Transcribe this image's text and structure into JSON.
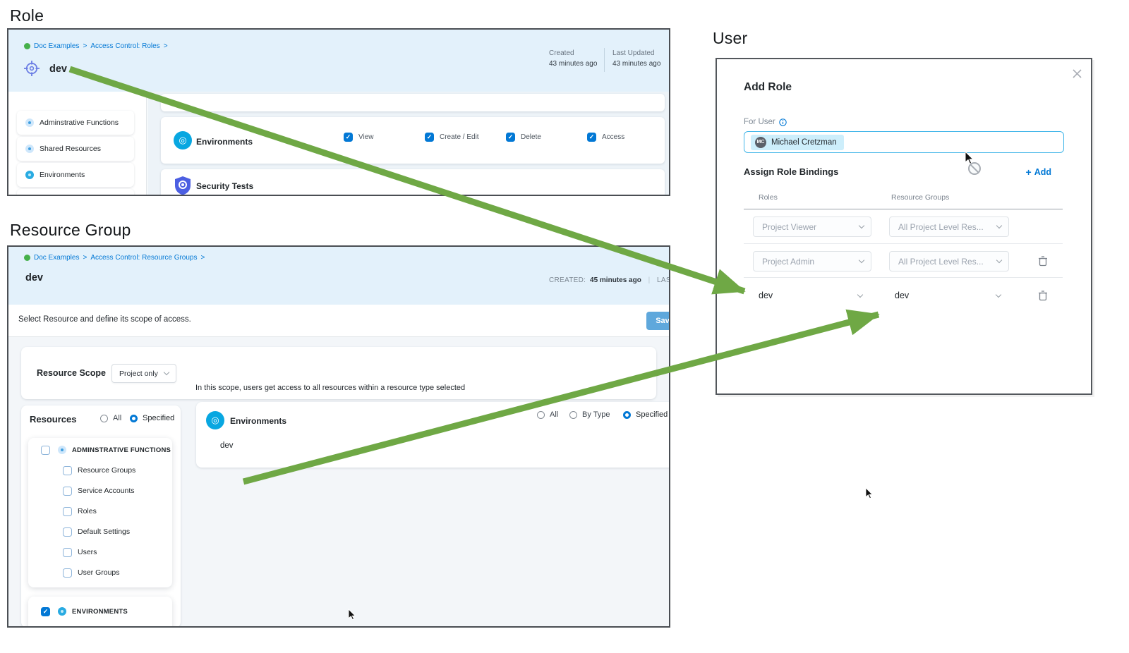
{
  "colors": {
    "accent": "#0278d5",
    "arrow_green": "#6fa845",
    "header_blue": "#e3f1fb"
  },
  "icons": {
    "breadcrumb_project": "green-dot-icon",
    "role_title": "target-crosshair-icon",
    "environments": "environments-globe-icon",
    "security_tests": "security-shield-icon",
    "category": "blue-ring-icon",
    "info": "info-icon",
    "close": "close-icon",
    "trash": "trash-icon",
    "cursor": "mouse-pointer-cursor",
    "no_drop": "no-drop-cursor"
  },
  "role": {
    "section_title": "Role",
    "breadcrumb": {
      "project": "Doc Examples",
      "sep": ">",
      "path": "Access Control: Roles"
    },
    "title": "dev",
    "meta": {
      "created_label": "Created",
      "created_value": "43 minutes ago",
      "updated_label": "Last Updated",
      "updated_value": "43 minutes ago"
    },
    "sidebar": [
      "Adminstrative Functions",
      "Shared Resources",
      "Environments"
    ],
    "permissions": {
      "resource": "Environments",
      "options": [
        "View",
        "Create / Edit",
        "Delete",
        "Access"
      ]
    },
    "second_resource": "Security Tests"
  },
  "resource_group": {
    "section_title": "Resource Group",
    "breadcrumb": {
      "project": "Doc Examples",
      "sep": ">",
      "path": "Access Control: Resource Groups"
    },
    "title": "dev",
    "meta": {
      "created_label": "CREATED:",
      "created_value": "45 minutes ago",
      "pipe": "|",
      "updated_label": "LAST UPD"
    },
    "toolbar": {
      "description": "Select Resource and define its scope of access.",
      "save_label": "Sav"
    },
    "scope": {
      "label": "Resource Scope",
      "value": "Project only"
    },
    "resources": {
      "label": "Resources",
      "radio_all": "All",
      "radio_specified": "Specified",
      "selected": "Specified",
      "tree": {
        "parent": "ADMINSTRATIVE FUNCTIONS",
        "children": [
          "Resource Groups",
          "Service Accounts",
          "Roles",
          "Default Settings",
          "Users",
          "User Groups"
        ],
        "checked_group": "ENVIRONMENTS"
      }
    },
    "scope_panel": {
      "note": "In this scope, users get access to all resources within a resource type selected",
      "resource": "Environments",
      "radio_all": "All",
      "radio_by_type": "By Type",
      "radio_specified": "Specified",
      "selected": "Specified",
      "value": "dev"
    }
  },
  "user": {
    "section_title": "User",
    "modal": {
      "title": "Add Role",
      "for_user_label": "For User",
      "user": {
        "name": "Michael Cretzman",
        "initials": "MC"
      },
      "bindings": {
        "label": "Assign Role Bindings",
        "add_plus": "+",
        "add_label": "Add",
        "columns": {
          "roles": "Roles",
          "resource_groups": "Resource Groups"
        },
        "rows": [
          {
            "role": "Project Viewer",
            "resource_group": "All Project Level Res...",
            "removable": false
          },
          {
            "role": "Project Admin",
            "resource_group": "All Project Level Res...",
            "removable": true
          },
          {
            "role": "dev",
            "resource_group": "dev",
            "removable": true
          }
        ]
      }
    }
  }
}
